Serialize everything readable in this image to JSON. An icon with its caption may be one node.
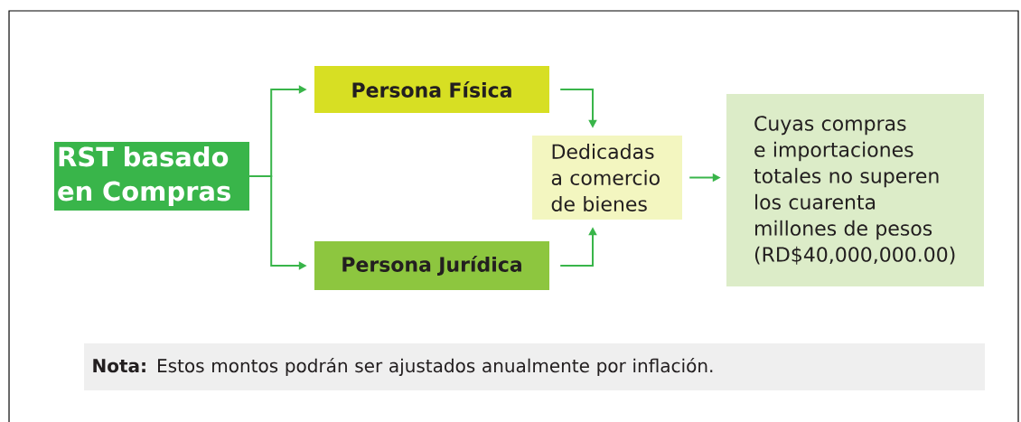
{
  "diagram": {
    "nodes": [
      {
        "text": [
          "RST basado en Compras"
        ]
      },
      {
        "text": [
          "Persona Física"
        ]
      },
      {
        "text": [
          "Persona Jurídica"
        ]
      },
      {
        "text": [
          "Dedicadas a comercio de bienes"
        ]
      },
      {
        "text": [
          "Cuyas compras e importaciones totales no superen los cuarenta millones de pesos (RD$40,000,000.00)"
        ]
      },
      {
        "text": [
          "**Nota:** Estos montos podrán ser ajustados anualmente por inflación."
        ]
      }
    ],
    "edges": [
      {
        "from": 0,
        "to": 1,
        "arrow": "to"
      },
      {
        "from": 0,
        "to": 2,
        "arrow": "to"
      },
      {
        "from": 1,
        "to": 3,
        "arrow": "to"
      },
      {
        "from": 2,
        "to": 3,
        "arrow": "to"
      },
      {
        "from": 3,
        "to": 4,
        "arrow": "to"
      }
    ]
  }
}
